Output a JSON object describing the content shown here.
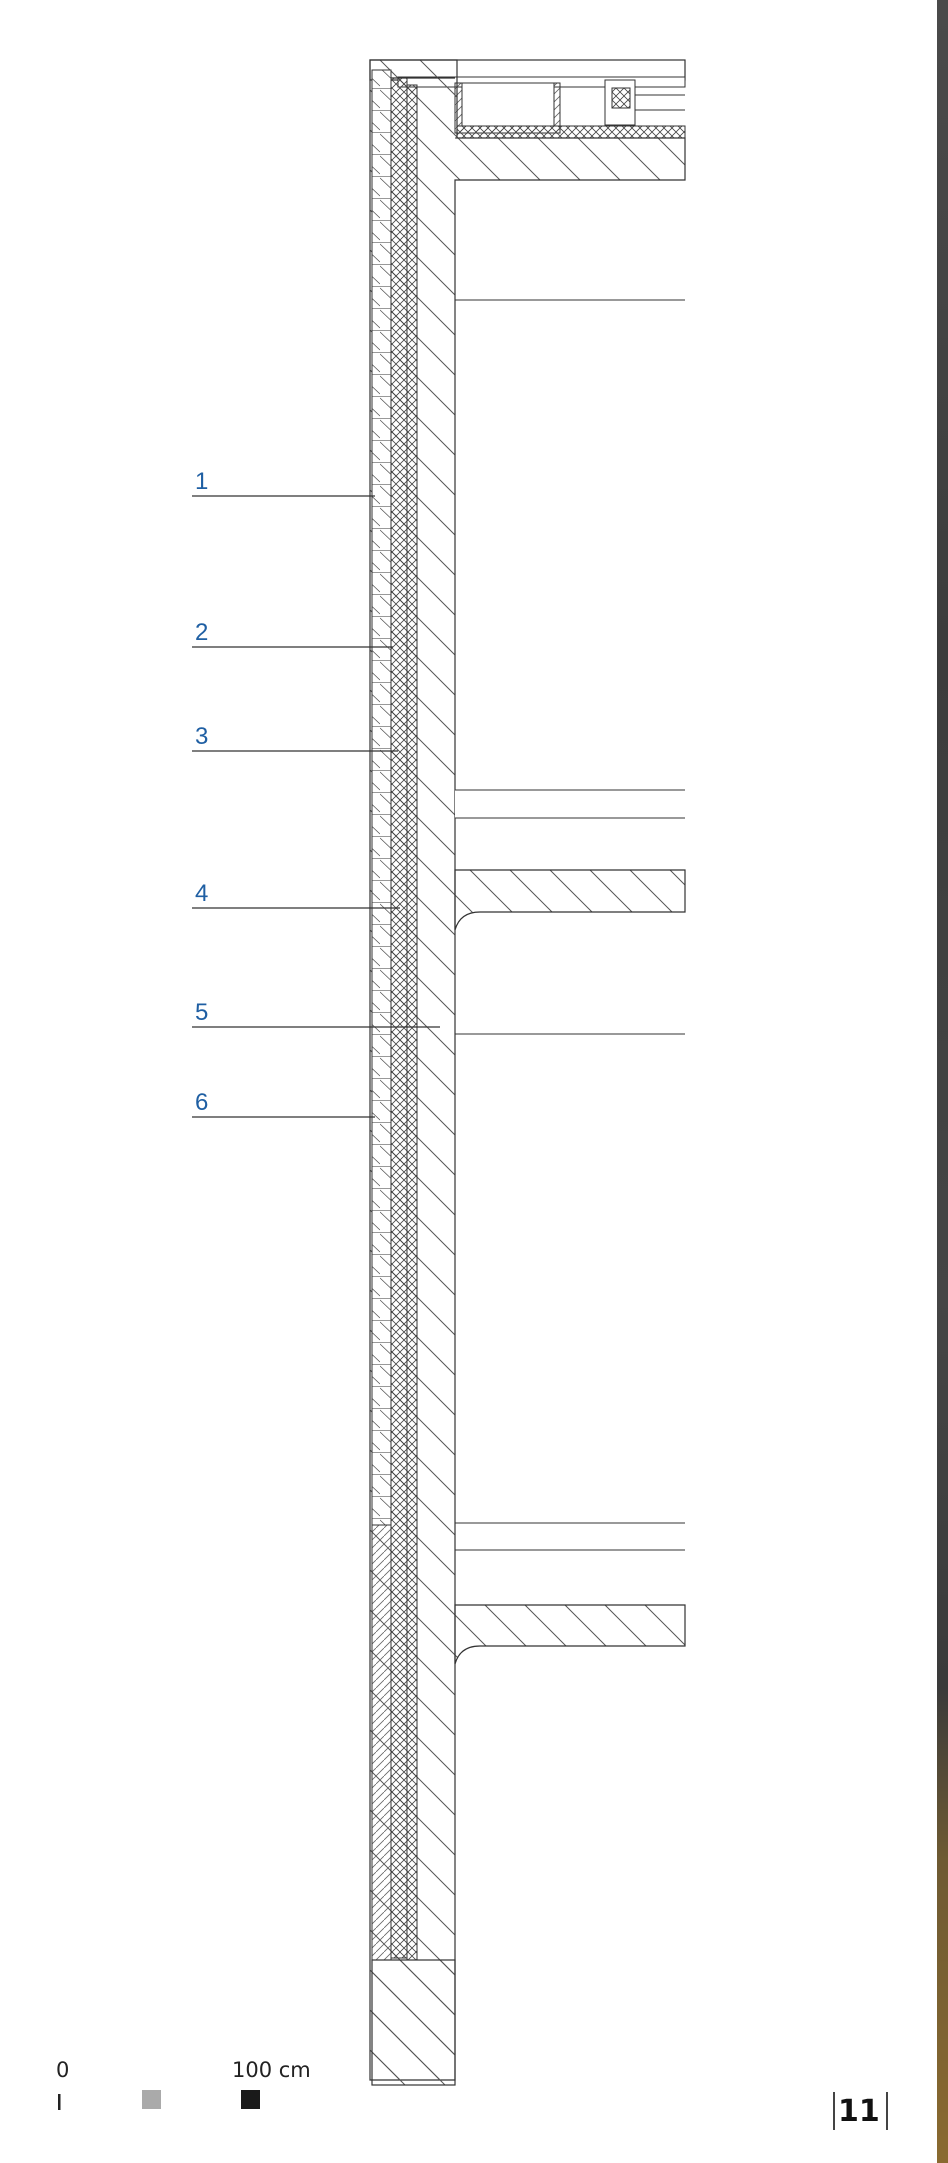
{
  "callouts": [
    {
      "label": "1"
    },
    {
      "label": "2"
    },
    {
      "label": "3"
    },
    {
      "label": "4"
    },
    {
      "label": "5"
    },
    {
      "label": "6"
    }
  ],
  "scale": {
    "start_label": "0",
    "end_label": "100 cm"
  },
  "page_number": "11",
  "colors": {
    "callout": "#1f5fa3",
    "line": "#333333",
    "scale_grey": "#aaaaaa",
    "scale_black": "#1a1a1a",
    "edge_strip": "#3f3f3f"
  }
}
